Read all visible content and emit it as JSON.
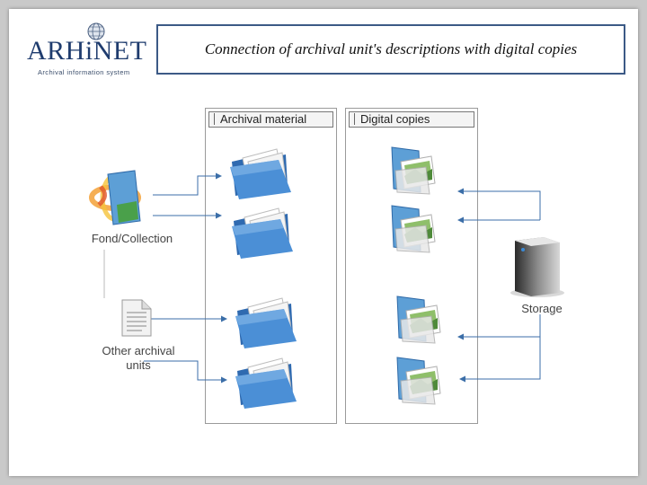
{
  "logo": {
    "name": "ARHiNET",
    "tagline": "Archival information system"
  },
  "title": "Connection of archival unit's descriptions with digital copies",
  "panels": {
    "archival": "Archival material",
    "digital": "Digital copies"
  },
  "labels": {
    "fond": "Fond/Collection",
    "other_line1": "Other archival",
    "other_line2": "units",
    "storage": "Storage"
  },
  "colors": {
    "arrow": "#3b6ea8",
    "title_border": "#3c5a86",
    "folder": "#3f7fc4"
  }
}
